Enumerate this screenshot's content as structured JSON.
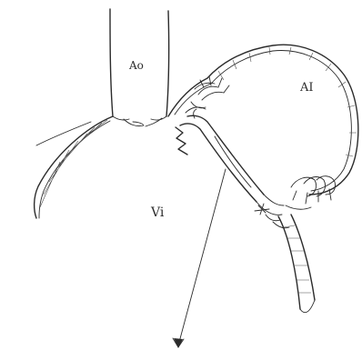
{
  "labels": {
    "aorta": "Ao",
    "atrium": "AI",
    "ventricle": "Vi"
  }
}
